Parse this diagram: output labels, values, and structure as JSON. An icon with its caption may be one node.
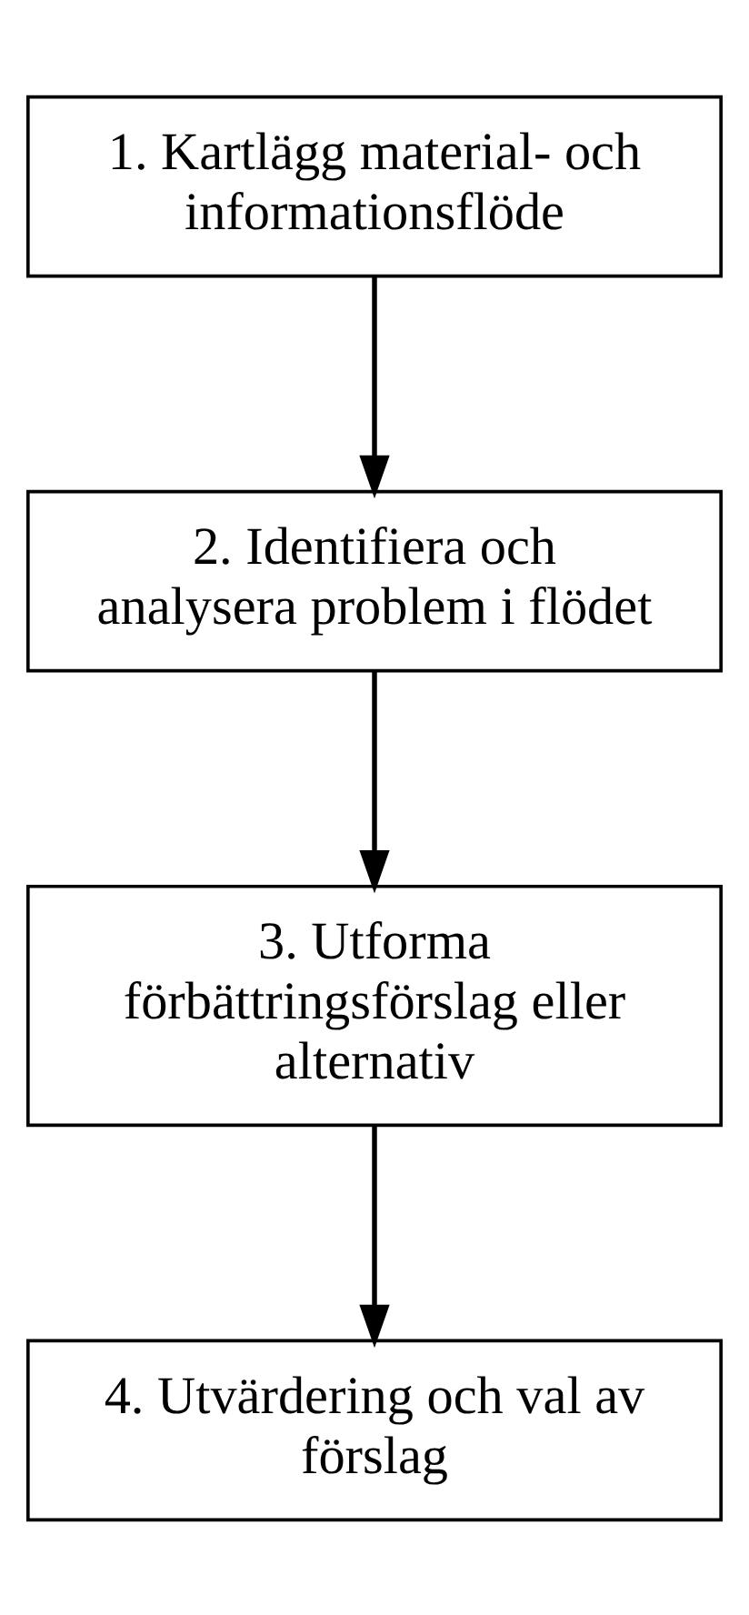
{
  "diagram": {
    "nodes": [
      {
        "text": [
          "1. Kartlägg material- och informationsflöde"
        ]
      },
      {
        "text": [
          "2. Identifiera och analysera problem i flödet"
        ]
      },
      {
        "text": [
          "3. Utforma förbättringsförslag eller alternativ"
        ]
      },
      {
        "text": [
          "4. Utvärdering och val av förslag"
        ]
      }
    ],
    "edges": [
      {
        "from": 0,
        "to": 1,
        "arrow": "to"
      },
      {
        "from": 1,
        "to": 2,
        "arrow": "to"
      },
      {
        "from": 2,
        "to": 3,
        "arrow": "to"
      }
    ]
  }
}
